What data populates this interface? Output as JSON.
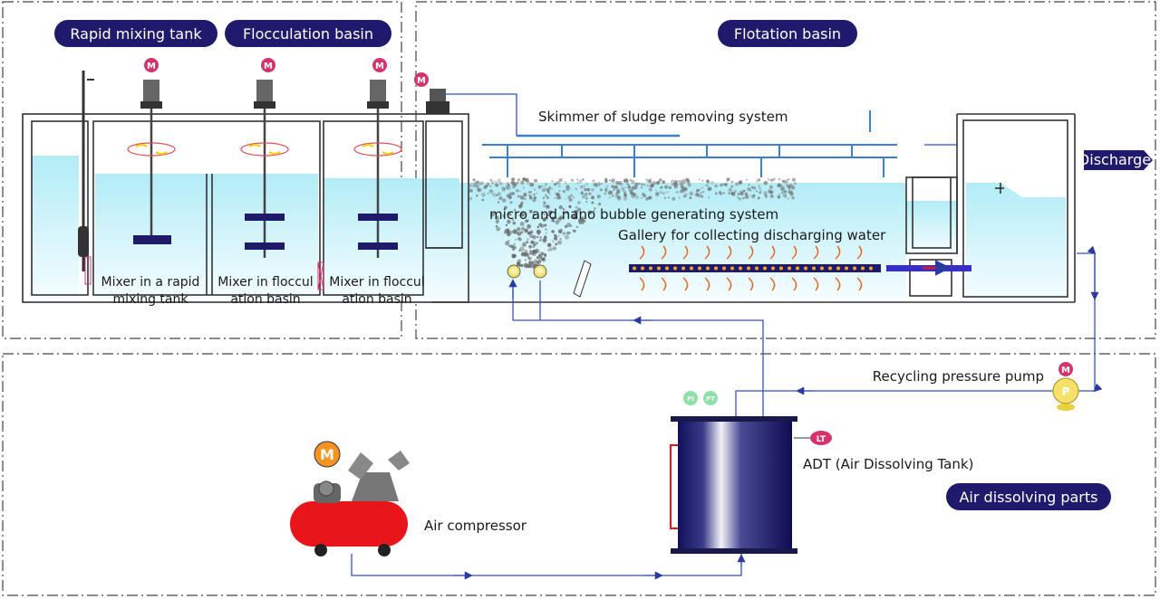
{
  "sections": {
    "rapid_mixing": "Rapid mixing tank",
    "flocculation": "Flocculation basin",
    "flotation": "Flotation basin",
    "air_dissolving": "Air dissolving parts"
  },
  "labels": {
    "skimmer": "Skimmer of sludge removing system",
    "bubble_system": "micro and nano bubble generating system",
    "gallery": "Gallery for collecting discharging water",
    "discharge": "Discharge",
    "recycling_pump": "Recycling pressure pump",
    "adt": "ADT (Air Dissolving Tank)",
    "air_compressor": "Air compressor",
    "mixer_rapid_1": "Mixer in a rapid",
    "mixer_rapid_2": "mixing tank",
    "mixer_floc_a_1": "Mixer in floccul",
    "mixer_floc_a_2": "ation basin",
    "mixer_floc_b_1": "Mixer in floccul",
    "mixer_floc_b_2": "ation basin"
  },
  "badges": {
    "motor": "M",
    "pump": "P",
    "level_transmitter": "LT",
    "pressure_indicator": "PI",
    "pressure_transmitter": "PT"
  },
  "colors": {
    "navy": "#1f1a6b",
    "water": "#bfeff7",
    "motor_badge": "#d6336c",
    "compressor_red": "#e8151b",
    "compressor_motor": "#f79321",
    "pipe": "#3550c8",
    "skimmer": "#3a7fd0"
  }
}
